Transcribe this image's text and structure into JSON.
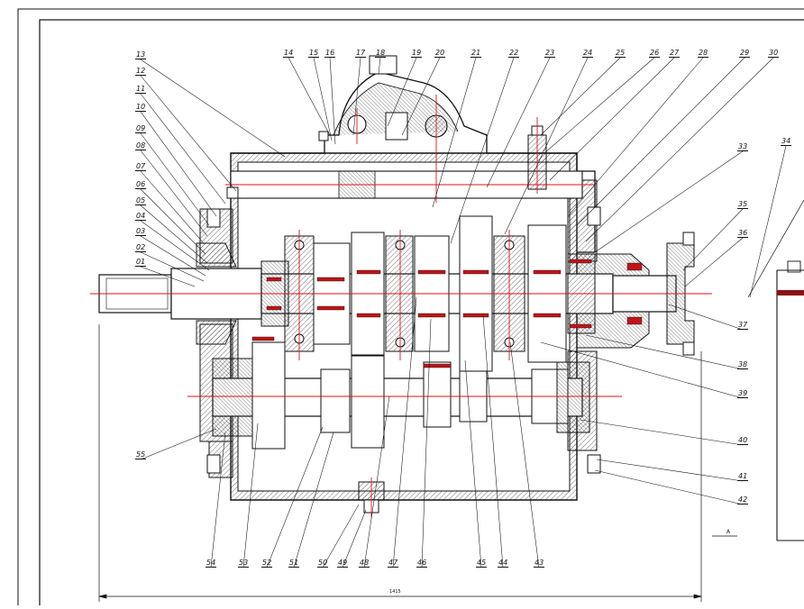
{
  "drawing": {
    "top_labels": [
      "14",
      "15",
      "16",
      "17",
      "18",
      "19",
      "20",
      "21",
      "22",
      "23",
      "24",
      "25",
      "26",
      "27",
      "28",
      "29",
      "30"
    ],
    "left_labels": [
      "13",
      "12",
      "11",
      "10",
      "09",
      "08",
      "07",
      "06",
      "05",
      "04",
      "03",
      "02",
      "01"
    ],
    "right_labels": [
      "33",
      "34",
      "35",
      "36",
      "37",
      "38",
      "39",
      "40",
      "41",
      "42"
    ],
    "bottom_labels": [
      "54",
      "53",
      "52",
      "51",
      "50",
      "49",
      "48",
      "47",
      "46",
      "45",
      "44",
      "43"
    ],
    "side_labels": [
      "55"
    ],
    "view_marker": "A",
    "overall_dimension": "1415"
  },
  "colors": {
    "line": "#111111",
    "centerline": "#e0101a",
    "hatch": "#333333"
  }
}
